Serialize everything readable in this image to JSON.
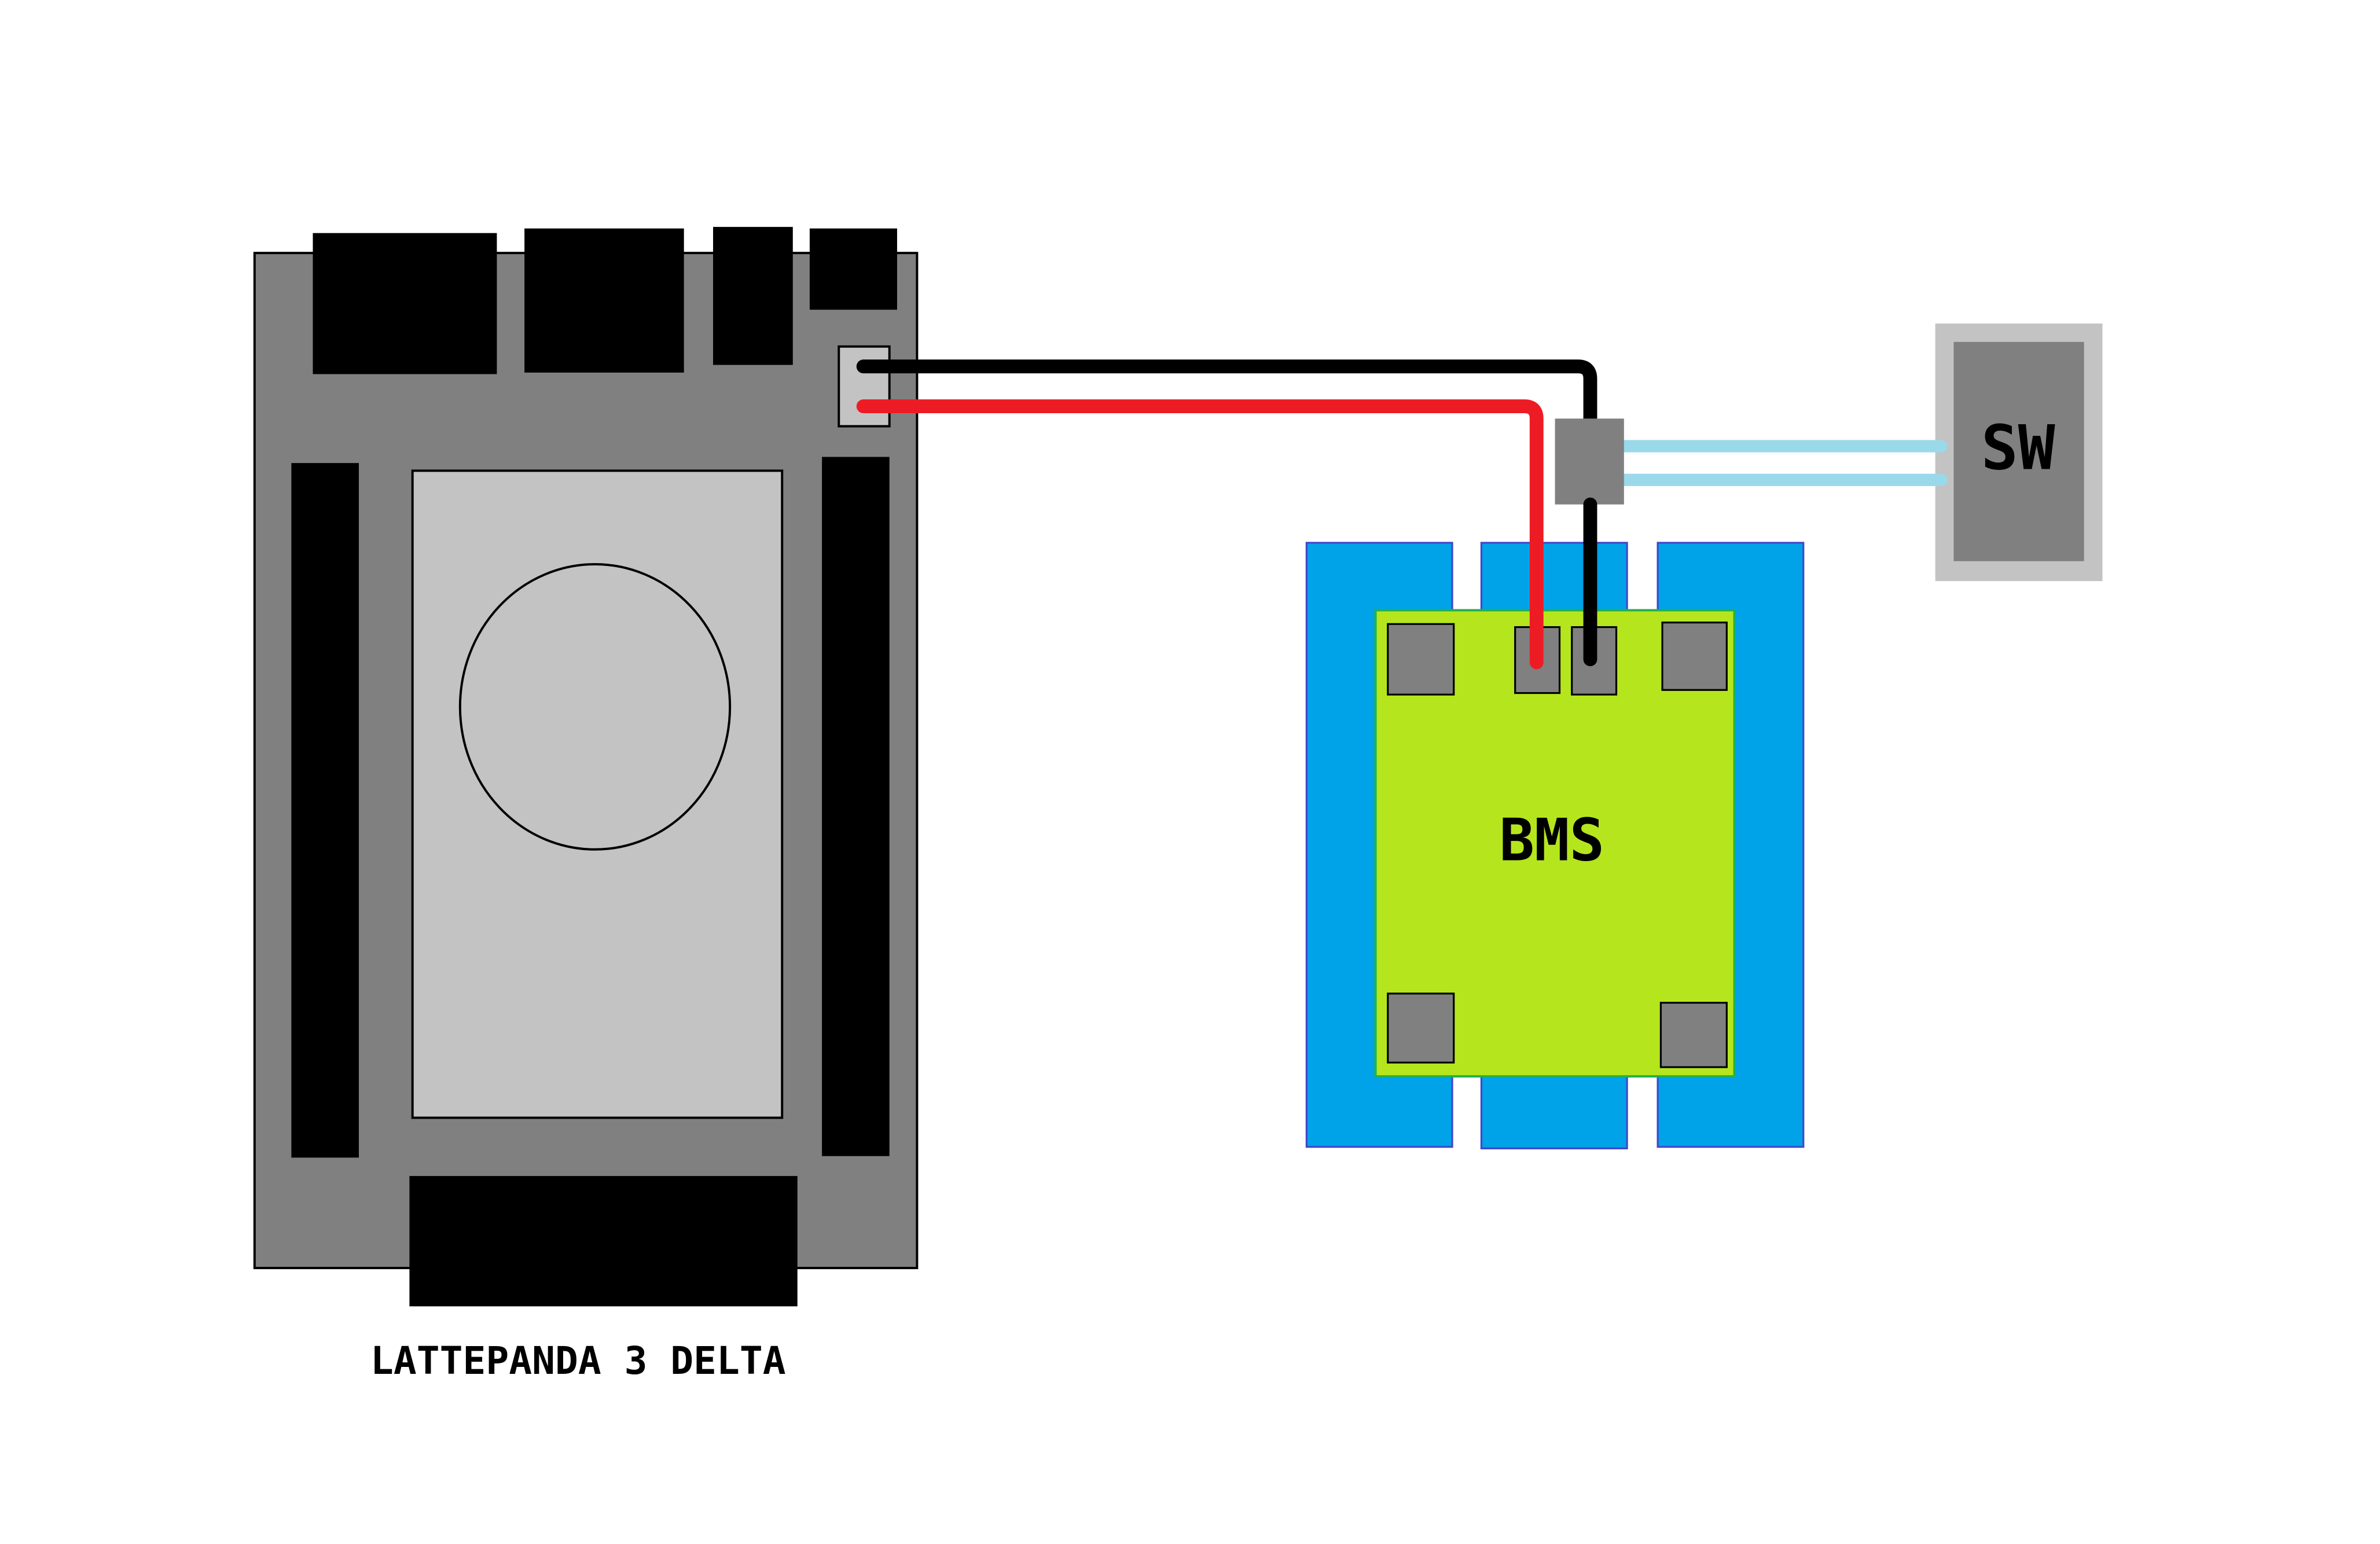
{
  "labels": {
    "board": "LATTEPANDA 3 DELTA",
    "bms": "BMS",
    "switch": "SW"
  },
  "colors": {
    "background": "#ffffff",
    "board_body": "#808080",
    "board_ports": "#000000",
    "board_center_panel": "#c3c3c3",
    "battery_cells": "#00a2e8",
    "bms_board": "#b5e61d",
    "bms_pads": "#808080",
    "switch_outer": "#c3c3c3",
    "switch_inner": "#808080",
    "wire_black": "#000000",
    "wire_red": "#ed1c24",
    "wire_switch": "#99d9ea"
  },
  "wires": [
    {
      "name": "black",
      "from": "board-power-connector",
      "to": "bms-pad"
    },
    {
      "name": "red",
      "from": "board-power-connector",
      "to": "bms-pad"
    },
    {
      "name": "switch",
      "from": "inline-connector",
      "to": "switch"
    }
  ]
}
